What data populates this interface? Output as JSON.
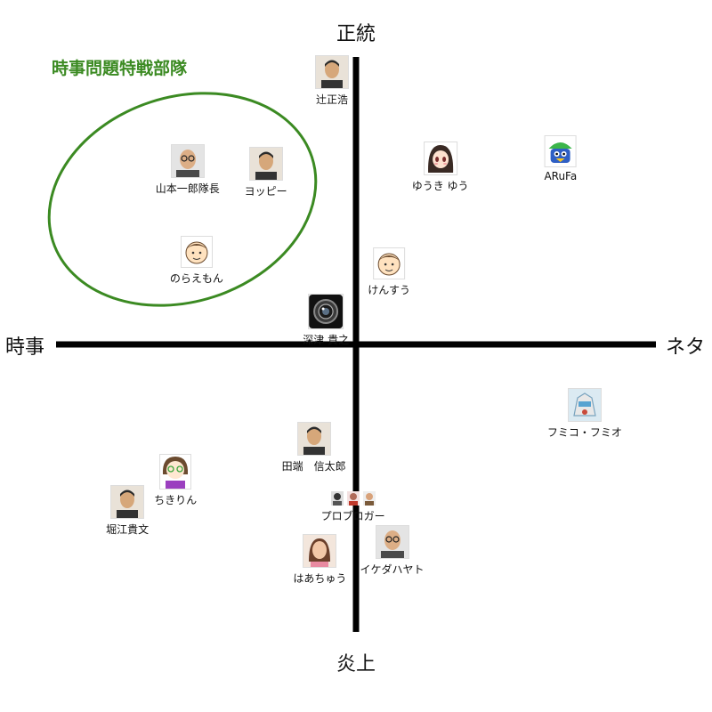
{
  "chart_data": {
    "type": "scatter",
    "x_axis": {
      "negative_label": "時事",
      "positive_label": "ネタ"
    },
    "y_axis": {
      "positive_label": "正統",
      "negative_label": "炎上"
    },
    "xlim": [
      -10,
      10
    ],
    "ylim": [
      -10,
      10
    ],
    "group": {
      "label": "時事問題特戦部隊",
      "color": "#3b8a22",
      "members": [
        "山本一郎隊長",
        "ヨッピー",
        "のらえもん"
      ]
    },
    "points": [
      {
        "name": "辻正浩",
        "x": -0.8,
        "y": 9.4,
        "icon": "man-photo-icon"
      },
      {
        "name": "山本一郎隊長",
        "x": -5.6,
        "y": 6.3,
        "icon": "man-glasses-photo-icon"
      },
      {
        "name": "ヨッピー",
        "x": -3.0,
        "y": 6.2,
        "icon": "man-photo-icon"
      },
      {
        "name": "ゆうき ゆう",
        "x": 2.8,
        "y": 6.4,
        "icon": "anime-girl-icon"
      },
      {
        "name": "ARuFa",
        "x": 6.8,
        "y": 6.6,
        "icon": "cartoon-character-icon"
      },
      {
        "name": "のらえもん",
        "x": -5.3,
        "y": 3.1,
        "icon": "cartoon-face-icon"
      },
      {
        "name": "けんすう",
        "x": 1.1,
        "y": 2.7,
        "icon": "cartoon-face-icon"
      },
      {
        "name": "深津 貴之",
        "x": -1.0,
        "y": 1.1,
        "icon": "camera-lens-icon"
      },
      {
        "name": "フミコ・フミオ",
        "x": 7.6,
        "y": -2.2,
        "icon": "robot-icon"
      },
      {
        "name": "田端　信太郎",
        "x": -1.4,
        "y": -3.4,
        "icon": "man-photo-icon"
      },
      {
        "name": "ちきりん",
        "x": -6.0,
        "y": -4.5,
        "icon": "cartoon-woman-icon"
      },
      {
        "name": "堀江貴文",
        "x": -7.6,
        "y": -5.6,
        "icon": "man-photo-icon"
      },
      {
        "name": "プロブロガー",
        "x": -0.1,
        "y": -5.8,
        "icon": "three-people-icon"
      },
      {
        "name": "はあちゅう",
        "x": -1.2,
        "y": -7.3,
        "icon": "woman-photo-icon"
      },
      {
        "name": "イケダハヤト",
        "x": 1.2,
        "y": -7.0,
        "icon": "man-glasses-photo-icon"
      }
    ]
  },
  "colors": {
    "axis": "#000000",
    "group": "#3b8a22"
  }
}
